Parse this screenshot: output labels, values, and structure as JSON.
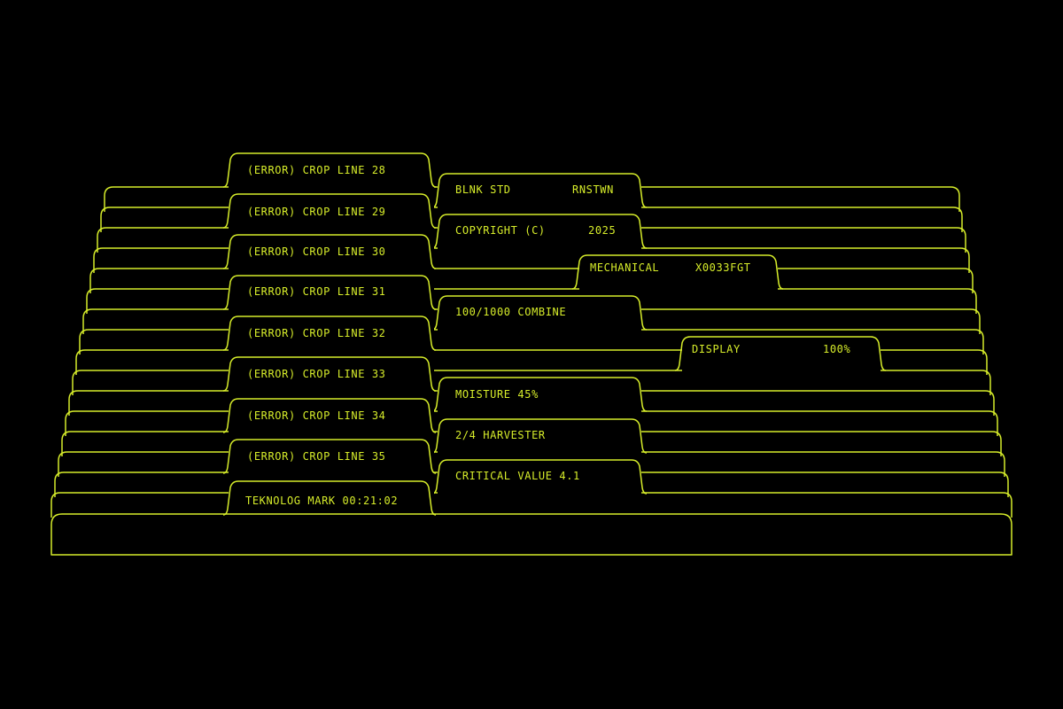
{
  "theme": {
    "background": "#000000",
    "line_color": "#d6ec2a",
    "text_color": "#d6ec2a"
  },
  "left_tabs": [
    "(ERROR) CROP LINE 28",
    "(ERROR) CROP LINE 29",
    "(ERROR) CROP LINE 30",
    "(ERROR) CROP LINE 31",
    "(ERROR) CROP LINE 32",
    "(ERROR) CROP LINE 33",
    "(ERROR) CROP LINE 34",
    "(ERROR) CROP LINE 35",
    "TEKNOLOG MARK 00:21:02"
  ],
  "mid_tabs": {
    "blnk": {
      "left": "BLNK STD",
      "right": "RNSTWN"
    },
    "copyright": {
      "left": "COPYRIGHT (C)",
      "right": "2025"
    },
    "mechanical": {
      "left": "MECHANICAL",
      "right": "X0033FGT"
    },
    "combine": {
      "left": "100/1000 COMBINE"
    },
    "display": {
      "left": "DISPLAY",
      "right": "100%"
    },
    "moisture": {
      "left": "MOISTURE 45%"
    },
    "harvester": {
      "left": "2/4 HARVESTER"
    },
    "critical": {
      "left": "CRITICAL VALUE 4.1"
    }
  }
}
